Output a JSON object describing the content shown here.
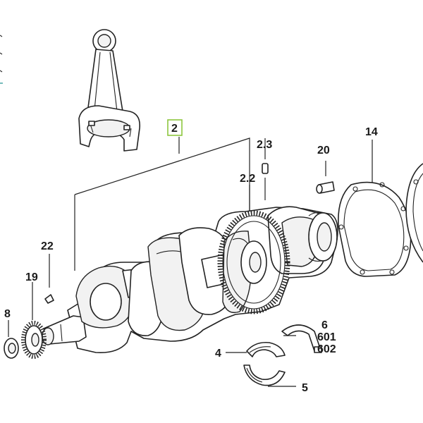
{
  "callouts": {
    "assembly": "2",
    "dowel_pin": "2.3",
    "gear_ring": "2.2",
    "pin_20": "20",
    "gasket": "14",
    "key": "22",
    "front_gear": "19",
    "washer": "8",
    "thrust_washer": "6",
    "thrust_washer_alt1": "601",
    "thrust_washer_alt2": "602",
    "upper_bearing": "4",
    "lower_bearing": "5"
  },
  "colors": {
    "highlight_box": "#8dc63f",
    "line": "#222222"
  }
}
